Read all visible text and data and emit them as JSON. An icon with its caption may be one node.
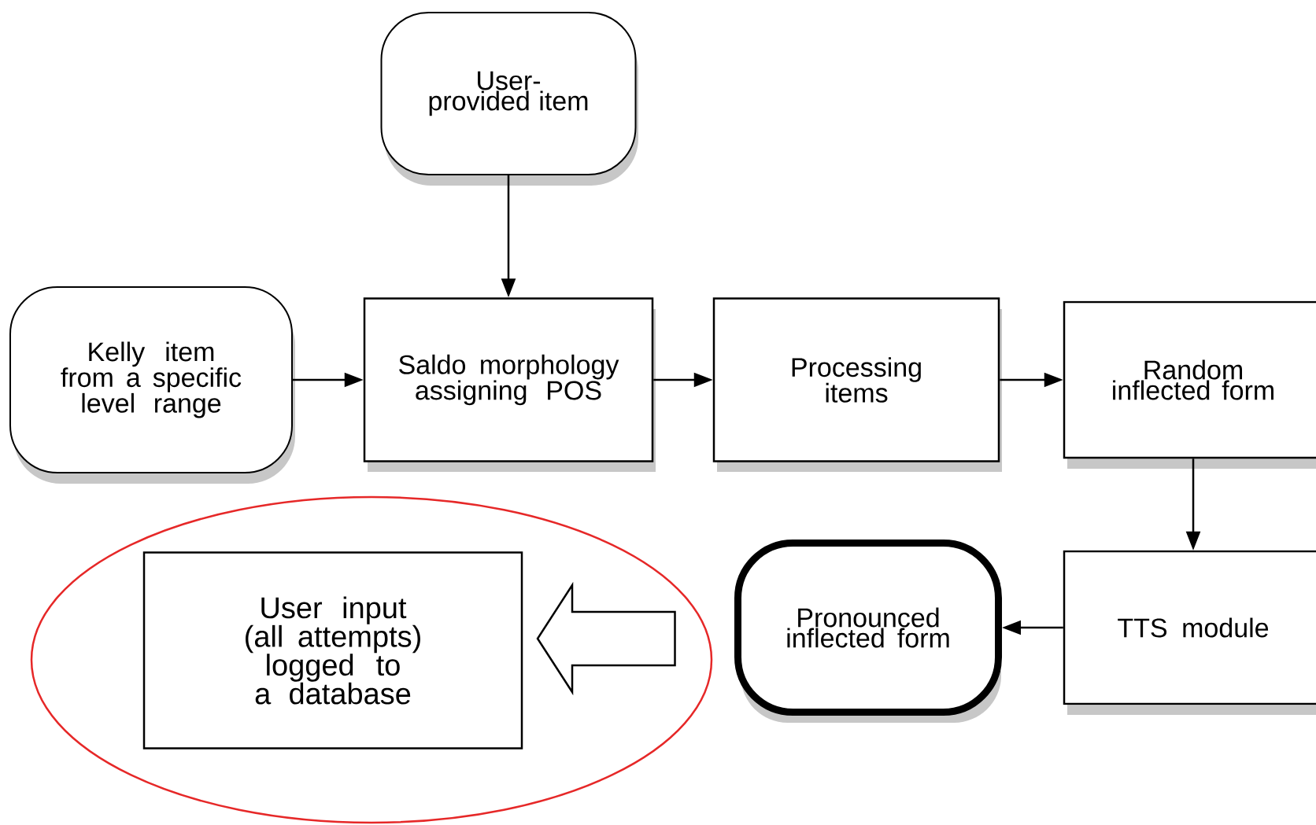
{
  "diagram": {
    "nodes": [
      {
        "text": [
          "User-provided item"
        ]
      },
      {
        "text": [
          "Kelly item from a specific level range"
        ]
      },
      {
        "text": [
          "Saldo morphology assigning POS"
        ]
      },
      {
        "text": [
          "Processing items"
        ]
      },
      {
        "text": [
          "Random inflected form"
        ]
      },
      {
        "text": [
          "TTS module"
        ]
      },
      {
        "text": [
          "Pronounced inflected form"
        ]
      },
      {
        "text": [],
        "shape": "ellipse"
      },
      {
        "text": [
          "User input (all attempts) logged to a database"
        ],
        "in": 7
      }
    ],
    "edges": [
      {
        "from": 0,
        "to": 2,
        "arrow": "to"
      },
      {
        "from": 1,
        "to": 2,
        "arrow": "to"
      },
      {
        "from": 2,
        "to": 3,
        "arrow": "to"
      },
      {
        "from": 3,
        "to": 4,
        "arrow": "to"
      },
      {
        "from": 4,
        "to": 5,
        "arrow": "to"
      },
      {
        "from": 5,
        "to": 6,
        "arrow": "to"
      },
      {
        "from": 6,
        "to": 8,
        "arrow": "to",
        "style": "thick"
      }
    ]
  }
}
